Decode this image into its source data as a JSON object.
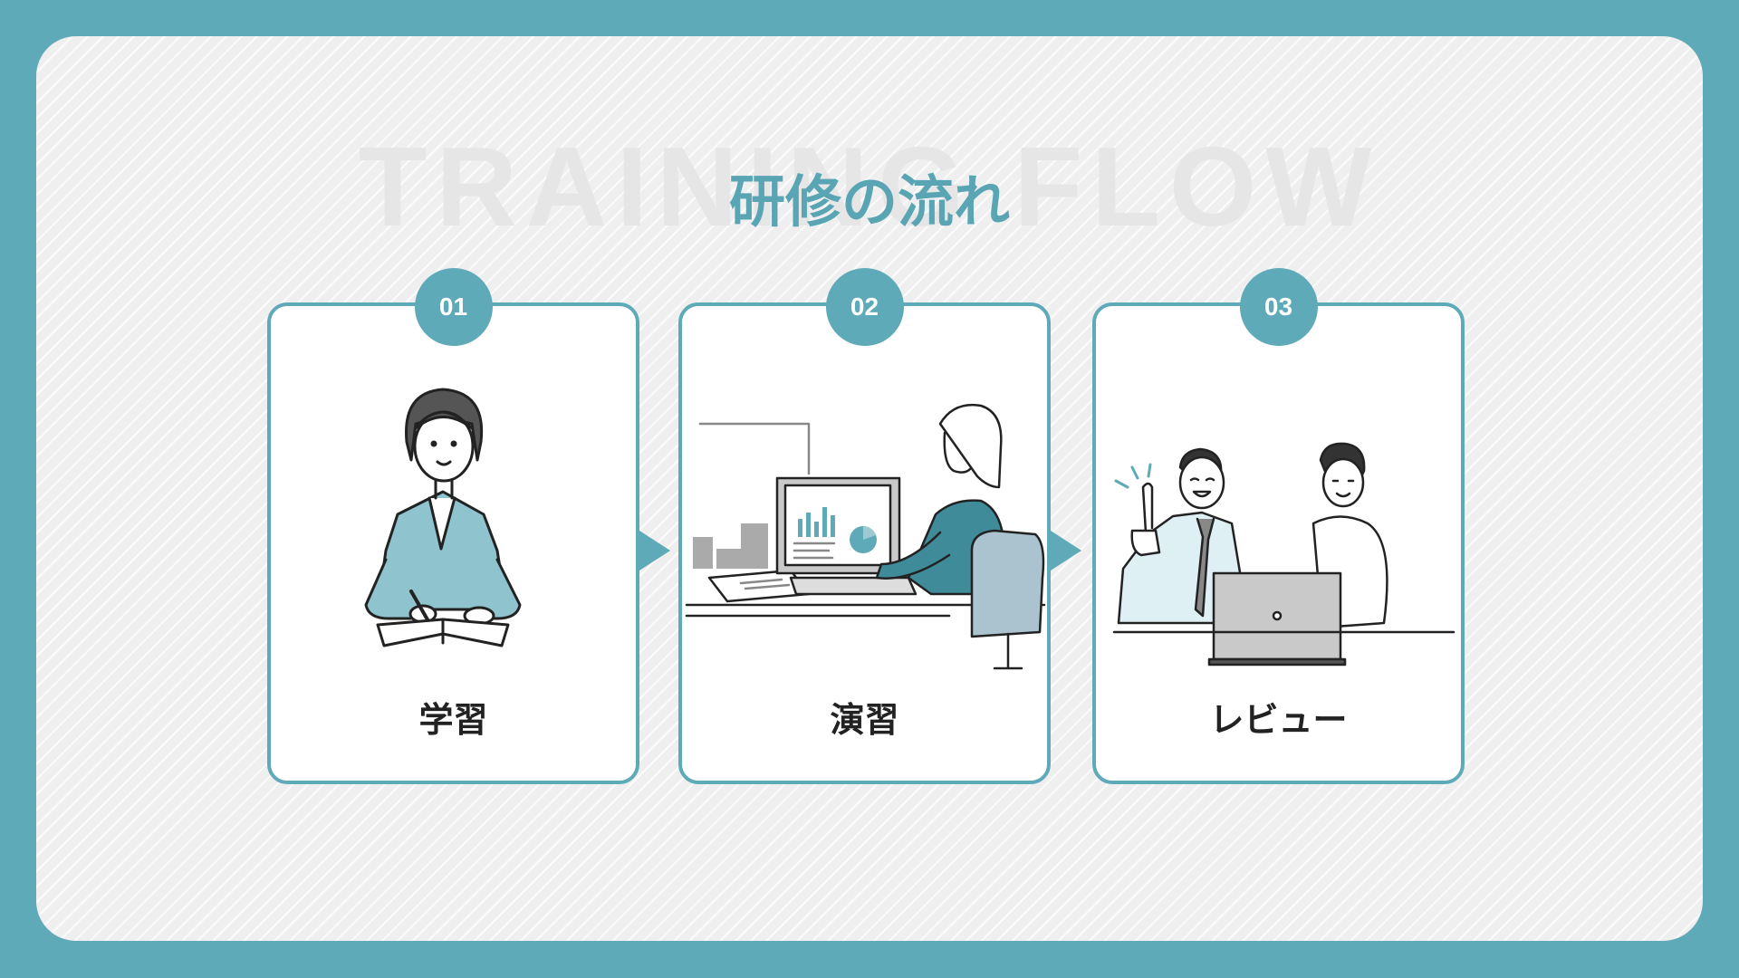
{
  "slide": {
    "watermark": "TRAINING FLOW",
    "title": "研修の流れ",
    "accent_color": "#5eaab8"
  },
  "steps": [
    {
      "number": "01",
      "label": "学習",
      "illustration": "woman-studying-notebook-icon"
    },
    {
      "number": "02",
      "label": "演習",
      "illustration": "woman-working-at-computer-icon"
    },
    {
      "number": "03",
      "label": "レビュー",
      "illustration": "two-people-reviewing-laptop-icon"
    }
  ]
}
